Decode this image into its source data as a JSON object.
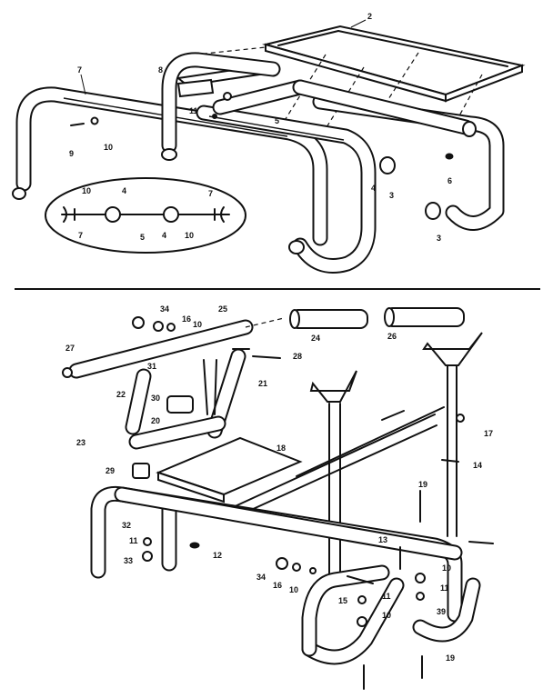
{
  "callouts": {
    "top": [
      {
        "id": "c2",
        "text": "2"
      },
      {
        "id": "c7a",
        "text": "7"
      },
      {
        "id": "c8",
        "text": "8"
      },
      {
        "id": "c11a",
        "text": "11"
      },
      {
        "id": "c5a",
        "text": "5"
      },
      {
        "id": "c9",
        "text": "9"
      },
      {
        "id": "c10a",
        "text": "10"
      },
      {
        "id": "c4a",
        "text": "4"
      },
      {
        "id": "c3a",
        "text": "3"
      },
      {
        "id": "c6",
        "text": "6"
      },
      {
        "id": "c3b",
        "text": "3"
      },
      {
        "id": "c10b",
        "text": "10"
      },
      {
        "id": "c4b",
        "text": "4"
      },
      {
        "id": "c7b",
        "text": "7"
      },
      {
        "id": "c7c",
        "text": "7"
      },
      {
        "id": "c5b",
        "text": "5"
      },
      {
        "id": "c4c",
        "text": "4"
      },
      {
        "id": "c10c",
        "text": "10"
      }
    ],
    "bottom": [
      {
        "id": "c34a",
        "text": "34"
      },
      {
        "id": "c16a",
        "text": "16"
      },
      {
        "id": "c10d",
        "text": "10"
      },
      {
        "id": "c25",
        "text": "25"
      },
      {
        "id": "c24",
        "text": "24"
      },
      {
        "id": "c26",
        "text": "26"
      },
      {
        "id": "c27",
        "text": "27"
      },
      {
        "id": "c28",
        "text": "28"
      },
      {
        "id": "c31",
        "text": "31"
      },
      {
        "id": "c21",
        "text": "21"
      },
      {
        "id": "c22",
        "text": "22"
      },
      {
        "id": "c30",
        "text": "30"
      },
      {
        "id": "c20",
        "text": "20"
      },
      {
        "id": "c23",
        "text": "23"
      },
      {
        "id": "c18",
        "text": "18"
      },
      {
        "id": "c17",
        "text": "17"
      },
      {
        "id": "c14",
        "text": "14"
      },
      {
        "id": "c29",
        "text": "29"
      },
      {
        "id": "c19a",
        "text": "19"
      },
      {
        "id": "c32",
        "text": "32"
      },
      {
        "id": "c13",
        "text": "13"
      },
      {
        "id": "c11b",
        "text": "11"
      },
      {
        "id": "c12",
        "text": "12"
      },
      {
        "id": "c33",
        "text": "33"
      },
      {
        "id": "c10e",
        "text": "10"
      },
      {
        "id": "c34b",
        "text": "34"
      },
      {
        "id": "c16b",
        "text": "16"
      },
      {
        "id": "c10f",
        "text": "10"
      },
      {
        "id": "c15",
        "text": "15"
      },
      {
        "id": "c11c",
        "text": "11"
      },
      {
        "id": "c10g",
        "text": "10"
      },
      {
        "id": "c11d",
        "text": "11"
      },
      {
        "id": "c39",
        "text": "39"
      },
      {
        "id": "c19b",
        "text": "19"
      }
    ]
  }
}
